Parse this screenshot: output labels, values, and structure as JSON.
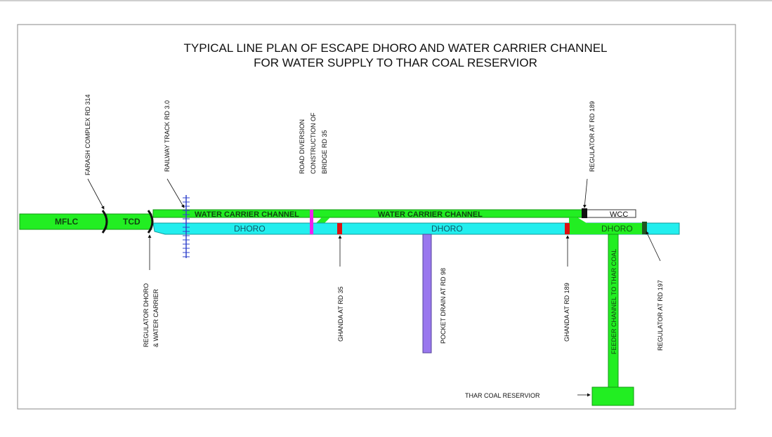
{
  "title": {
    "line1": "TYPICAL LINE PLAN OF ESCAPE DHORO AND WATER CARRIER CHANNEL",
    "line2": "FOR WATER SUPPLY TO THAR COAL RESERVIOR"
  },
  "channels": {
    "mflc": "MFLC",
    "tcd": "TCD",
    "water_carrier_1": "WATER CARRIER CHANNEL",
    "water_carrier_2": "WATER CARRIER CHANNEL",
    "wcc": "WCC",
    "dhoro_1": "DHORO",
    "dhoro_2": "DHORO",
    "dhoro_3": "DHORO",
    "feeder": "FEEDER CHANNEL TO THAR COAL"
  },
  "labels": {
    "farash": "FARASH COMPLEX RD 314",
    "railway": "RAILWAY TRACK RD 3.0",
    "road_div_1": "ROAD DIVERSION",
    "road_div_2": "CONSTRUCTION OF",
    "road_div_3": "BRIDGE RD 35",
    "regulator_189": "REGULATOR AT RD 189",
    "regulator_dhoro_1": "REGULATOR DHORO",
    "regulator_dhoro_2": "& WATER CARRIER",
    "ghanda_35": "GHANDA AT RD 35",
    "pocket_drain": "POCKET DRAIN AT RD 98",
    "ghanda_189": "GHANDA AT RD 189",
    "regulator_197": "REGULATOR AT RD 197",
    "reservoir": "THAR COAL RESERVIOR"
  },
  "colors": {
    "green": "#22ee22",
    "cyan": "#22eeee",
    "pink": "#ee22ee",
    "red": "#dd1111",
    "purple": "#9977ee",
    "railway": "#3344cc"
  }
}
